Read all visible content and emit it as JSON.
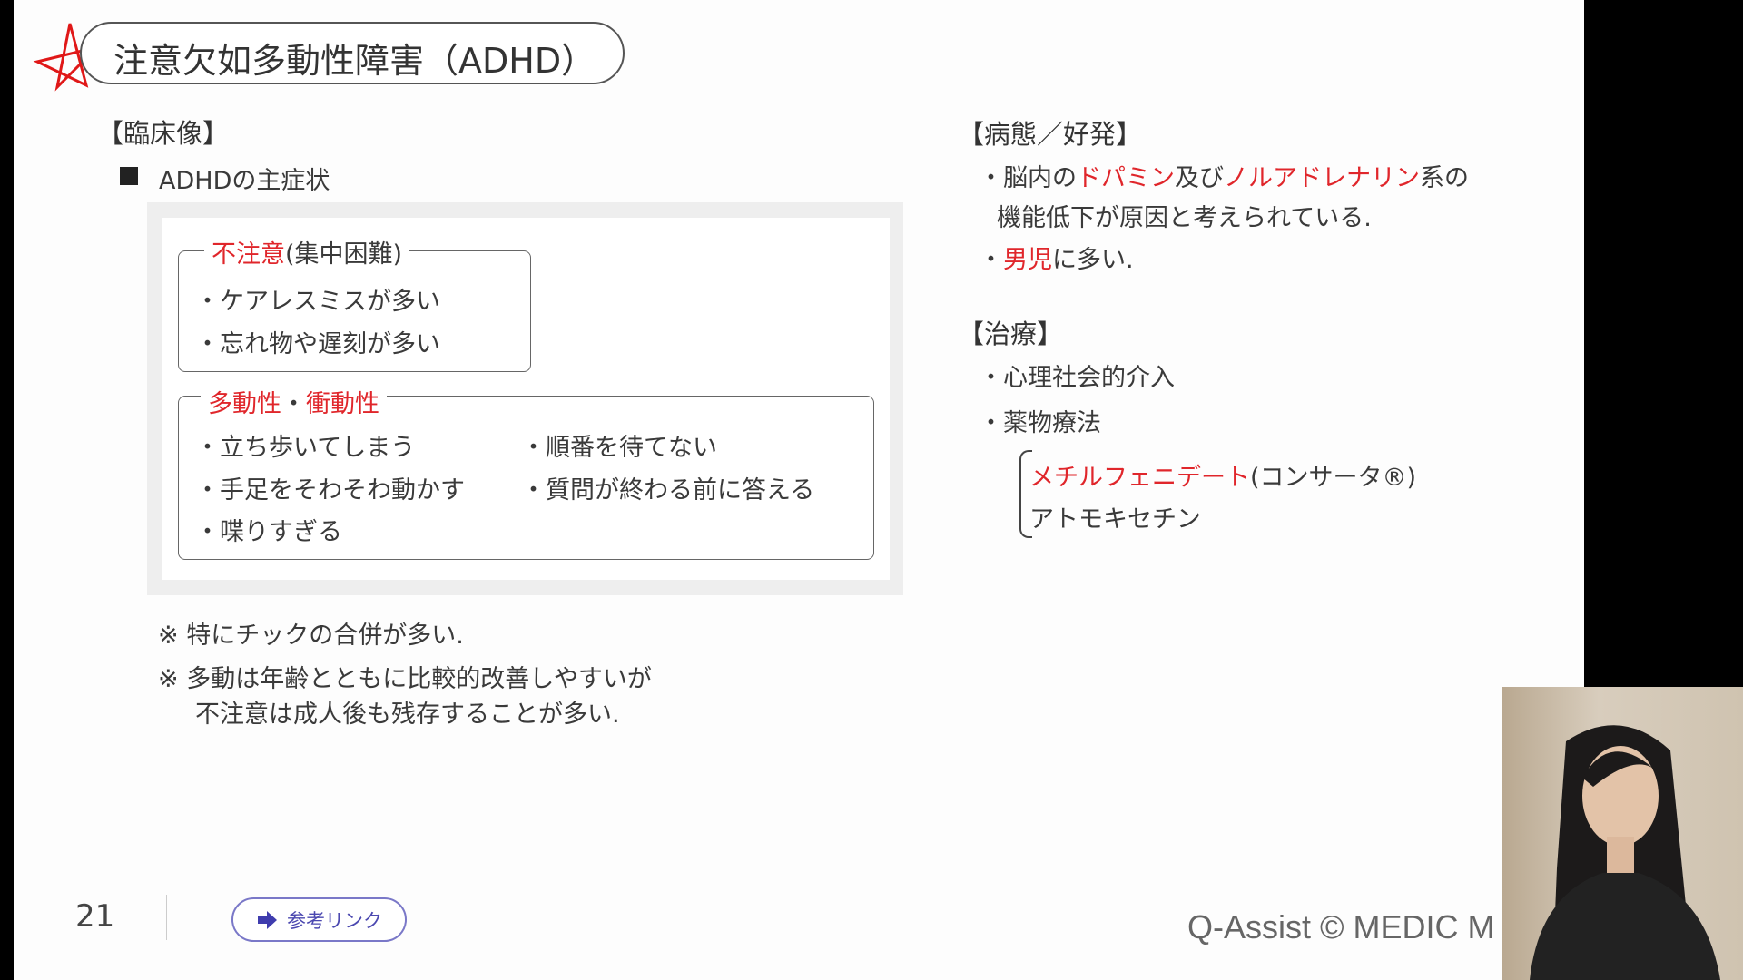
{
  "title": "注意欠如多動性障害（ADHD）",
  "clinical": {
    "heading": "【臨床像】",
    "subheading": "ADHDの主症状",
    "inattention": {
      "label_red": "不注意",
      "label_rest": "(集中困難)",
      "items": [
        "・ケアレスミスが多い",
        "・忘れ物や遅刻が多い"
      ]
    },
    "hyperactivity": {
      "label_red1": "多動性",
      "sep": "・",
      "label_red2": "衝動性",
      "col1": [
        "・立ち歩いてしまう",
        "・手足をそわそわ動かす",
        "・喋りすぎる"
      ],
      "col2": [
        "・順番を待てない",
        "・質問が終わる前に答える"
      ]
    },
    "notes": [
      "※ 特にチックの合併が多い.",
      "※ 多動は年齢とともに比較的改善しやすいが",
      "不注意は成人後も残存することが多い."
    ]
  },
  "pathology": {
    "heading": "【病態／好発】",
    "line1": {
      "a": "・脳内の",
      "b": "ドパミン",
      "c": "及び",
      "d": "ノルアドレナリン",
      "e": "系の"
    },
    "line2": "機能低下が原因と考えられている.",
    "line3": {
      "bullet": "・",
      "red": "男児",
      "rest": "に多い."
    }
  },
  "treatment": {
    "heading": "【治療】",
    "items": [
      "・心理社会的介入",
      "・薬物療法"
    ],
    "drug1_red": "メチルフェニデート",
    "drug1_rest": "(コンサータ®)",
    "drug2": "アトモキセチン"
  },
  "footer": {
    "page": "21",
    "link_label": "参考リンク",
    "copyright": "Q-Assist © MEDIC M"
  },
  "colors": {
    "accent_red": "#e0262b",
    "link": "#4b48b0"
  }
}
